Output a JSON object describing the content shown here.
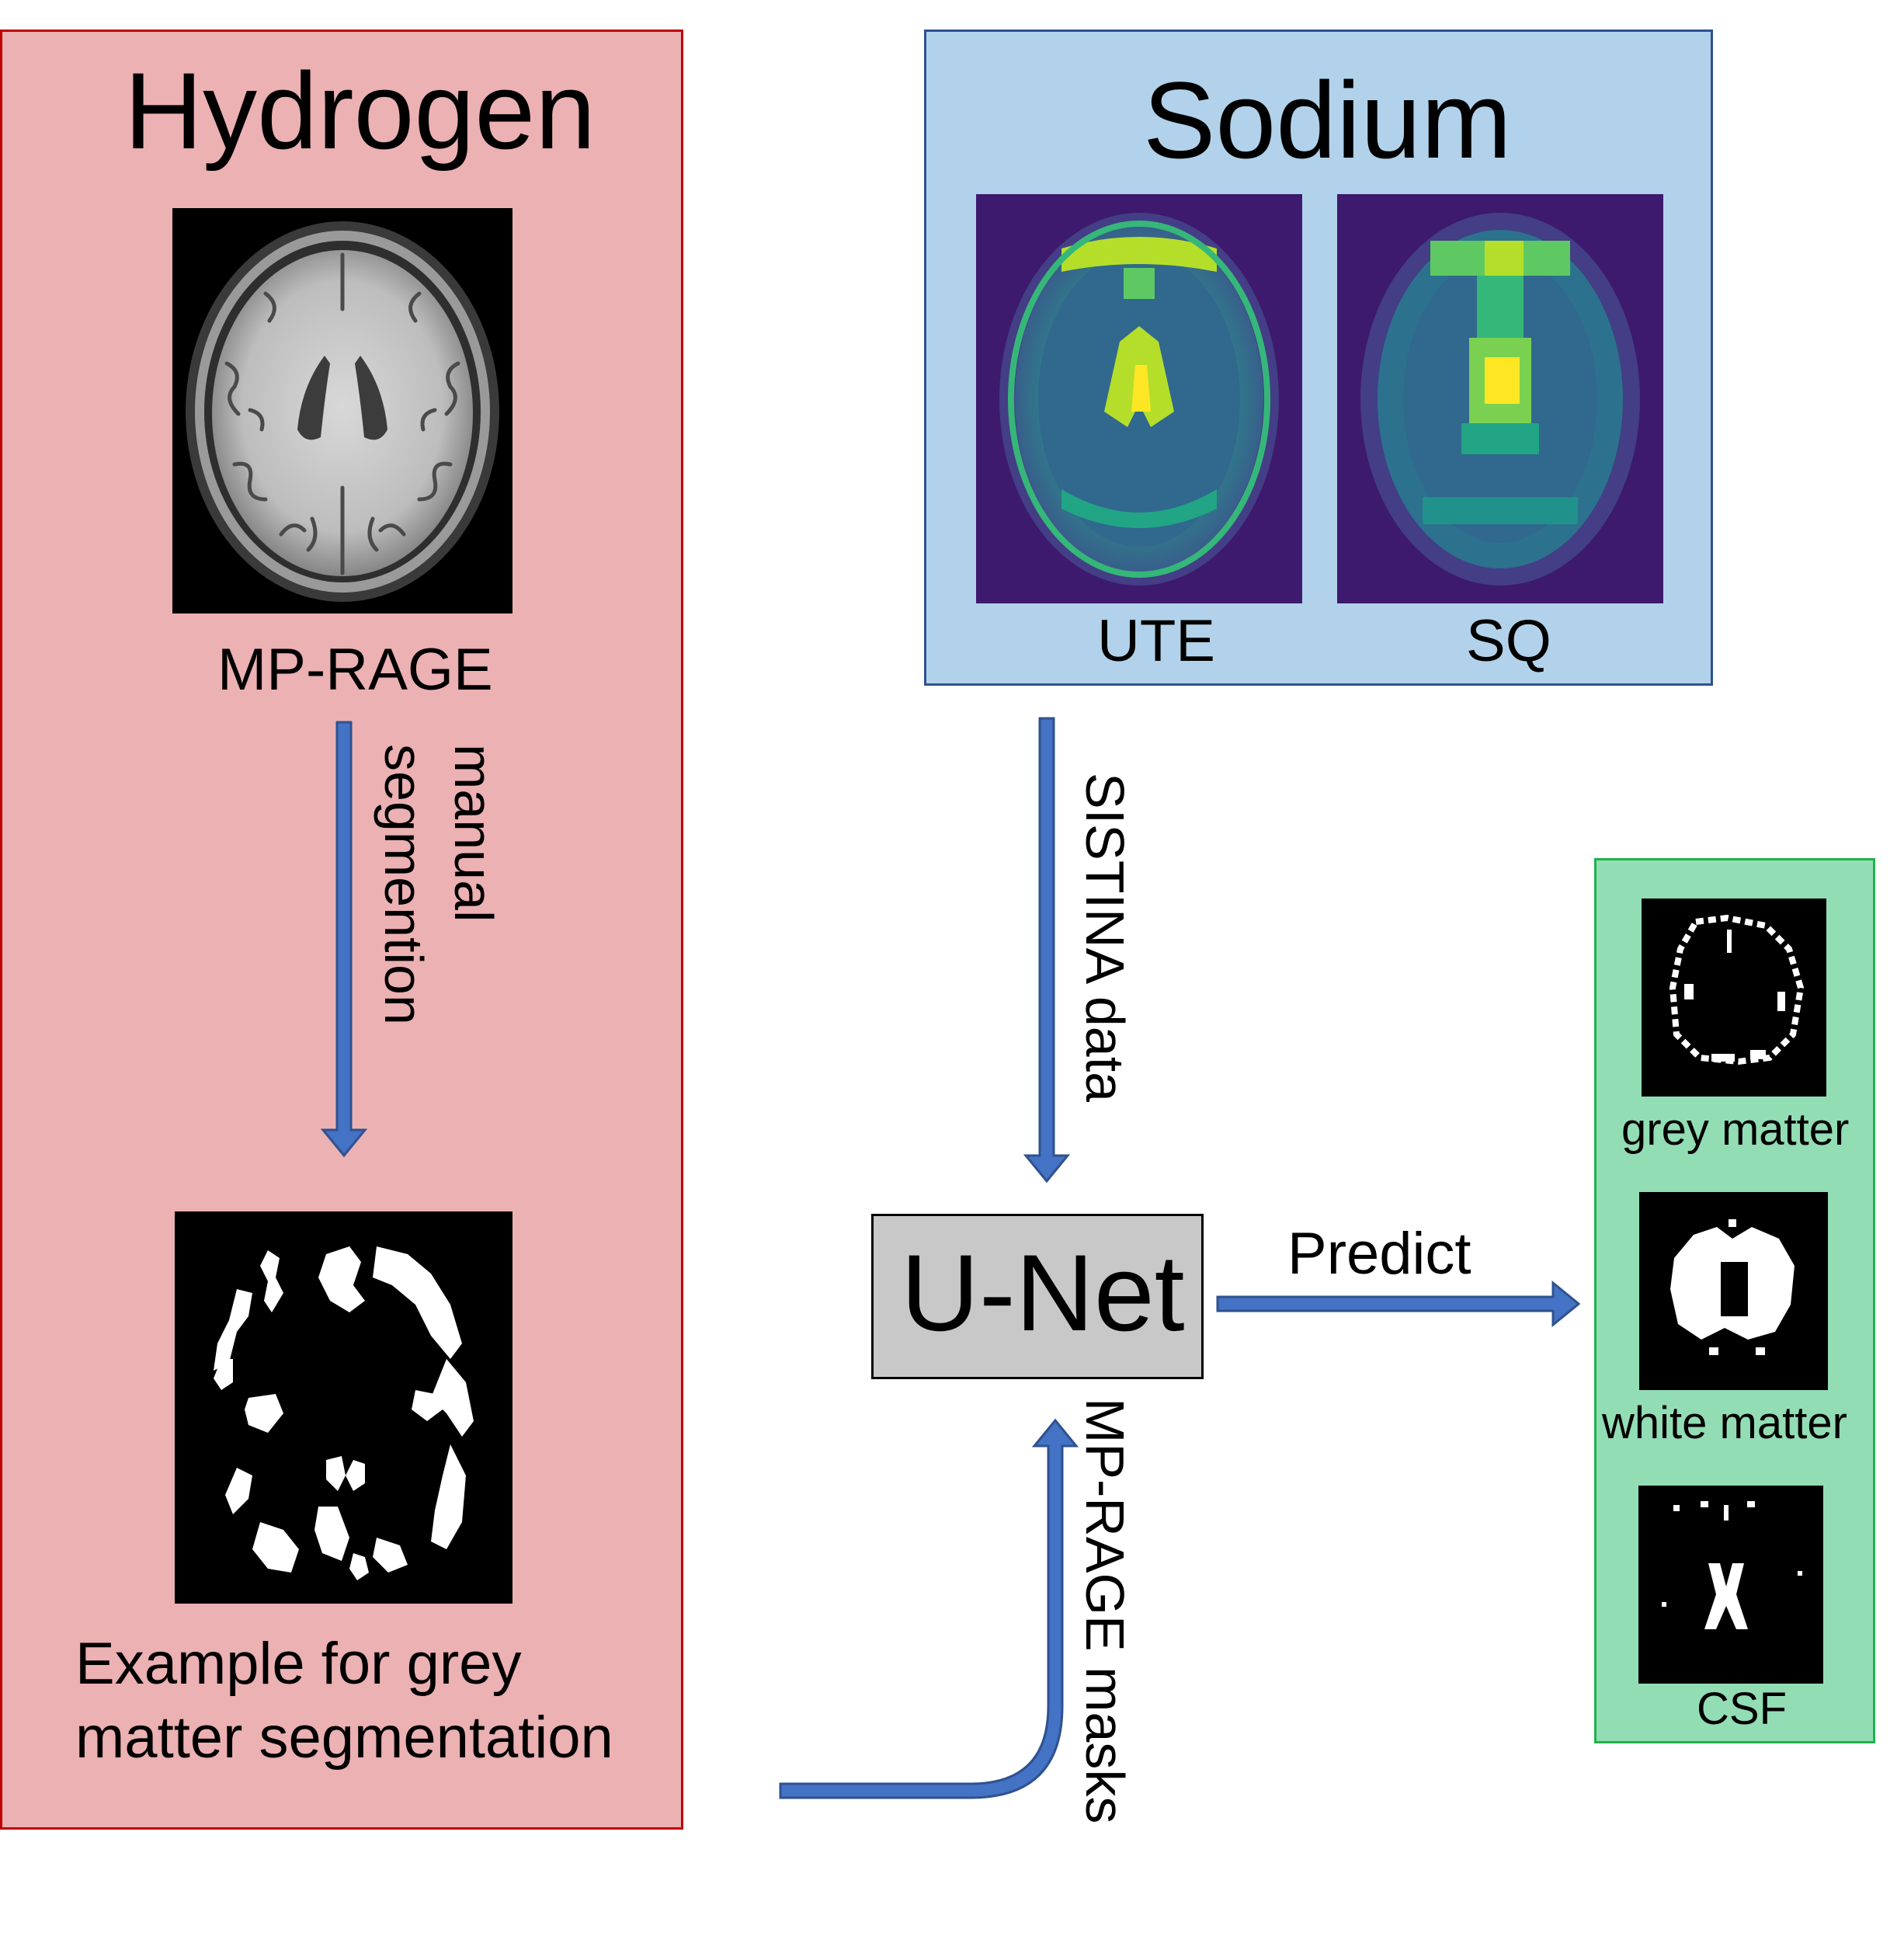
{
  "hydrogen": {
    "title": "Hydrogen",
    "mprage_label": "MP-RAGE",
    "arrow_label_line1": "manual",
    "arrow_label_line2": "segmention",
    "example_line1": "Example for grey",
    "example_line2": "matter segmentation"
  },
  "sodium": {
    "title": "Sodium",
    "images": [
      {
        "label": "UTE"
      },
      {
        "label": "SQ"
      }
    ]
  },
  "center": {
    "input_arrow_label": "SISTINA data",
    "model_label": "U-Net",
    "mask_arrow_label": "MP-RAGE masks",
    "predict_label": "Predict"
  },
  "outputs": {
    "items": [
      {
        "label": "grey matter"
      },
      {
        "label": "white matter"
      },
      {
        "label": "CSF"
      }
    ]
  },
  "colors": {
    "hydrogen_fill": "#ecb1b3",
    "hydrogen_border": "#c00000",
    "sodium_fill": "#b1d2ea",
    "sodium_border": "#2f528f",
    "output_fill": "#93ddb5",
    "output_border": "#22b14c",
    "arrow": "#4472c4",
    "unet_fill": "#c8c8c8"
  }
}
